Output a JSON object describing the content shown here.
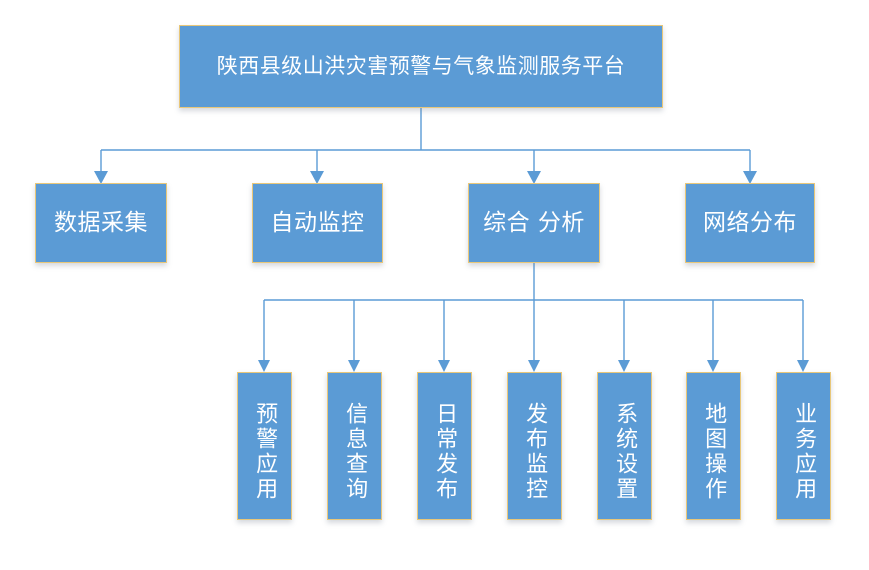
{
  "diagram": {
    "title_node": {
      "label": "陕西县级山洪灾害预警与气象监测服务平台"
    },
    "level2": [
      {
        "label": "数据采集"
      },
      {
        "label": "自动监控"
      },
      {
        "label": "综合 分析"
      },
      {
        "label": "网络分布"
      }
    ],
    "level3": [
      {
        "label": "预警应用"
      },
      {
        "label": "信息查询"
      },
      {
        "label": "日常发布"
      },
      {
        "label": "发布监控"
      },
      {
        "label": "系统设置"
      },
      {
        "label": "地图操作"
      },
      {
        "label": "业务应用"
      }
    ],
    "colors": {
      "node_fill": "#5B9BD5",
      "node_border": "#E8C77A",
      "node_text": "#FFFFFF",
      "connector": "#5B9BD5",
      "background": "#FFFFFF"
    }
  }
}
